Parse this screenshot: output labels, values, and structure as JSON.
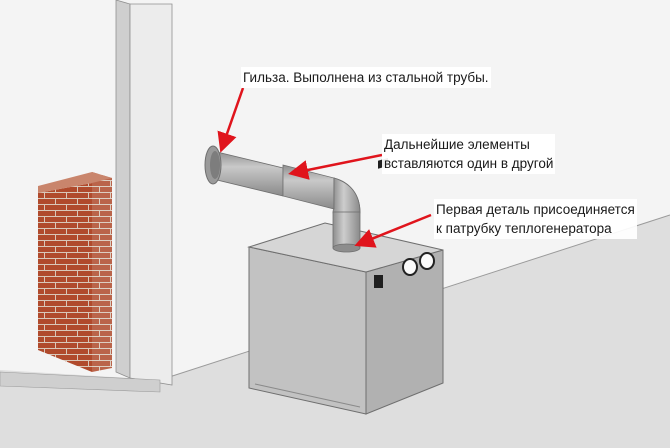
{
  "annotations": {
    "sleeve": "Гильза. Выполнена из стальной трубы.",
    "elements": {
      "line1": "Дальнейшие элементы",
      "line2": "вставляются один в другой"
    },
    "first_part": {
      "line1": "Первая деталь присоединяется",
      "line2": "к патрубку теплогенератора"
    }
  },
  "colors": {
    "arrow": "#e0141c",
    "brick": "#b04a2c",
    "mortar": "#d9c7b8",
    "wall_front": "#eaeaea",
    "wall_side": "#c9c9c9",
    "floor": "#dcdcdc",
    "boiler_front": "#c2c2c2",
    "boiler_side": "#b1b1b1",
    "boiler_top": "#d6d6d6",
    "pipe": "#a9a9a9"
  }
}
